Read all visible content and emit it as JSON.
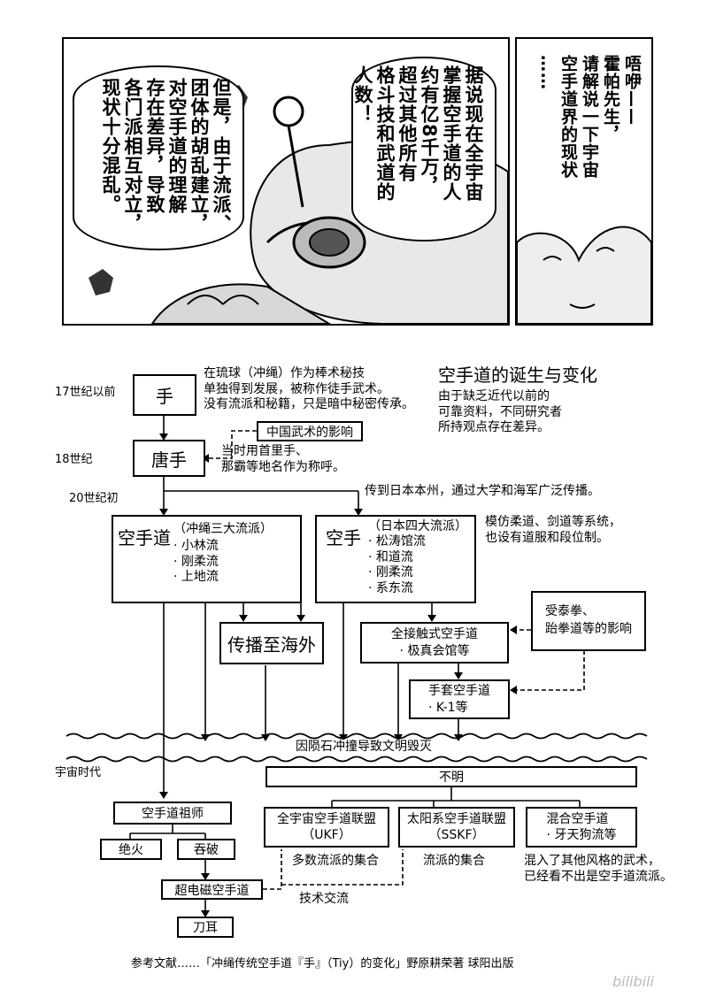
{
  "manga": {
    "bubble_right": "唔咿——\n霍帕先生，\n请解说一下宇宙\n空手道界的现状\n……",
    "bubble_middle": "据说现在全宇宙\n掌握空手道的人\n约有亿8千万，\n超过其他所有\n格斗技和武道的\n人数！",
    "bubble_left": "但是，由于流派、\n团体的胡乱建立，\n对空手道的理解\n存在差异，导致\n各门派相互对立，\n现状十分混乱。"
  },
  "chart": {
    "title": "空手道的诞生与变化",
    "subtitle": "由于缺乏近代以前的\n可靠资料，不同研究者\n所持观点存在差异。",
    "eras": {
      "e17": "17世纪以前",
      "e18": "18世纪",
      "e20": "20世纪初",
      "space": "宇宙时代"
    },
    "nodes": {
      "te": "手",
      "te_note": "在琉球（冲绳）作为棒术秘技\n单独得到发展，被称作徒手武术。\n没有流派和秘籍，只是暗中秘密传承。",
      "china": "中国武术的影响",
      "tode": "唐手",
      "tode_note": "当时用首里手、\n那霸等地名作为称呼。",
      "spread_note": "传到日本本州，通过大学和海军广泛传播。",
      "okinawa_title": "空手道",
      "okinawa_sub": "（冲绳三大流派）",
      "okinawa_items": "· 小林流\n· 刚柔流\n· 上地流",
      "japan_title": "空手",
      "japan_sub": "（日本四大流派）",
      "japan_items": "· 松涛馆流\n· 和道流\n· 刚柔流\n· 系东流",
      "japan_note": "模仿柔道、剑道等系统，\n也设有道服和段位制。",
      "overseas": "传播至海外",
      "fullcontact": "全接触式空手道\n· 极真会馆等",
      "influence": "受泰拳、\n跆拳道等的影响",
      "glove": "手套空手道\n· K-1等",
      "destroyed": "因陨石冲撞导致文明毁灭",
      "unknown": "不明",
      "founder": "空手道祖师",
      "zekka": "绝火",
      "donpa": "吞破",
      "ukf": "全宇宙空手道联盟\n（UKF）",
      "ukf_note": "多数流派的集合",
      "sskf": "太阳系空手道联盟\n（SSKF）",
      "sskf_note": "流派的集合",
      "mixed": "混合空手道\n· 牙天狗流等",
      "mixed_note": "混入了其他风格的武术，\n已经看不出是空手道流派。",
      "super": "超电磁空手道",
      "tech": "技术交流",
      "katana": "刀耳"
    },
    "reference": "参考文献……「冲绳传统空手道『手』（Tiy）的变化」野原耕荣著 球阳出版"
  },
  "watermark": "bilibili"
}
